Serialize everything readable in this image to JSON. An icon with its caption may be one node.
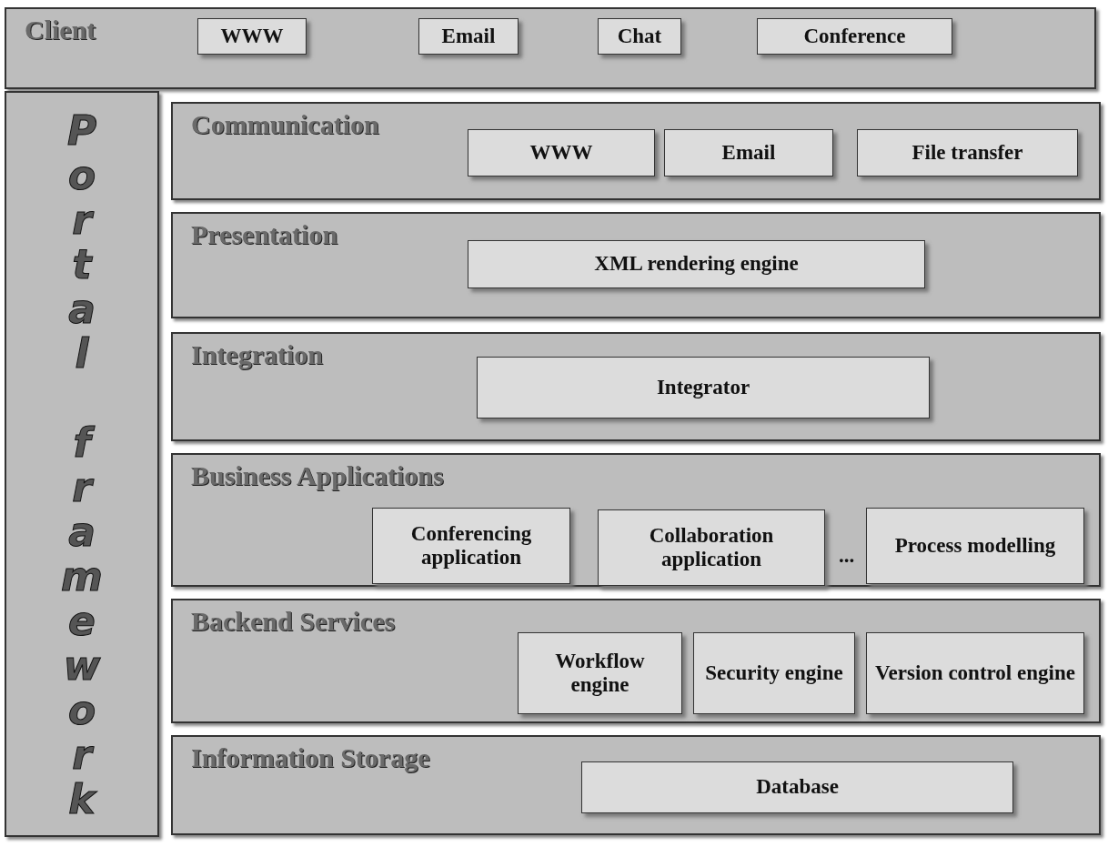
{
  "diagram": {
    "nodes": [
      {
        "text": [
          "Client"
        ]
      },
      {
        "text": [
          "WWW"
        ],
        "in": 0
      },
      {
        "text": [
          "Email"
        ],
        "in": 0
      },
      {
        "text": [
          "Chat"
        ],
        "in": 0
      },
      {
        "text": [
          "Conference"
        ],
        "in": 0
      },
      {
        "text": [
          "Portal framework"
        ]
      },
      {
        "text": [
          "Communication"
        ]
      },
      {
        "text": [
          "WWW"
        ],
        "in": 6
      },
      {
        "text": [
          "Email"
        ],
        "in": 6
      },
      {
        "text": [
          "File transfer"
        ],
        "in": 6
      },
      {
        "text": [
          "Presentation"
        ]
      },
      {
        "text": [
          "XML rendering engine"
        ],
        "in": 10
      },
      {
        "text": [
          "Integration"
        ]
      },
      {
        "text": [
          "Integrator"
        ],
        "in": 12
      },
      {
        "text": [
          "Business Applications"
        ]
      },
      {
        "text": [
          "Conferencing application"
        ],
        "in": 14
      },
      {
        "text": [
          "Collaboration application"
        ],
        "in": 14
      },
      {
        "text": [
          "Process modelling"
        ],
        "in": 14
      },
      {
        "text": [
          "Backend Services"
        ]
      },
      {
        "text": [
          "Workflow engine"
        ],
        "in": 18
      },
      {
        "text": [
          "Security engine"
        ],
        "in": 18
      },
      {
        "text": [
          "Version control engine"
        ],
        "in": 18
      },
      {
        "text": [
          "Information Storage"
        ]
      },
      {
        "text": [
          "Database"
        ],
        "in": 22
      }
    ],
    "edges": [],
    "labels": [
      "..."
    ]
  }
}
